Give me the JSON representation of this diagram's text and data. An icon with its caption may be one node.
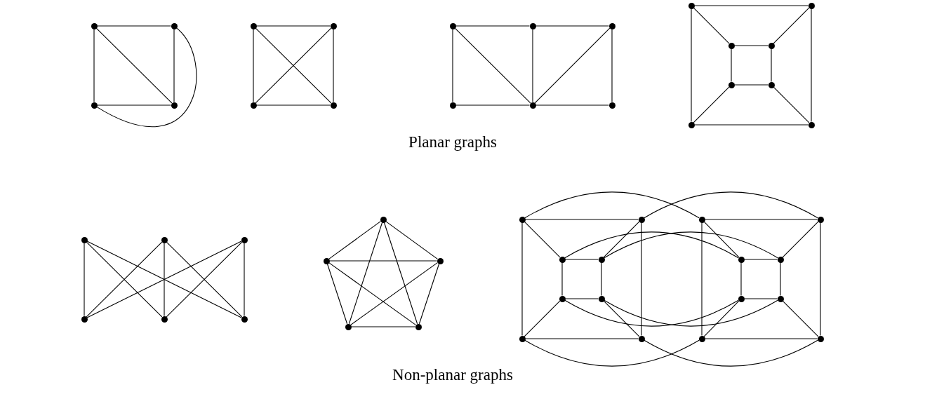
{
  "diagram": {
    "nodes": [
      {
        "text": [],
        "shape": "circle"
      },
      {
        "text": [],
        "shape": "circle"
      },
      {
        "text": [],
        "shape": "circle"
      },
      {
        "text": [],
        "shape": "circle"
      },
      {
        "text": [],
        "shape": "circle"
      },
      {
        "text": [],
        "shape": "circle"
      },
      {
        "text": [],
        "shape": "circle"
      },
      {
        "text": [],
        "shape": "circle"
      },
      {
        "text": [],
        "shape": "circle"
      },
      {
        "text": [],
        "shape": "circle"
      },
      {
        "text": [],
        "shape": "circle"
      },
      {
        "text": [],
        "shape": "circle"
      },
      {
        "text": [],
        "shape": "circle"
      },
      {
        "text": [],
        "shape": "circle"
      },
      {
        "text": [],
        "shape": "circle"
      },
      {
        "text": [],
        "shape": "circle"
      },
      {
        "text": [],
        "shape": "circle"
      },
      {
        "text": [],
        "shape": "circle"
      },
      {
        "text": [],
        "shape": "circle"
      },
      {
        "text": [],
        "shape": "circle"
      },
      {
        "text": [],
        "shape": "circle"
      },
      {
        "text": [],
        "shape": "circle"
      },
      {
        "text": [],
        "shape": "circle"
      },
      {
        "text": [],
        "shape": "circle"
      },
      {
        "text": [],
        "shape": "circle"
      },
      {
        "text": [],
        "shape": "circle"
      },
      {
        "text": [],
        "shape": "circle"
      },
      {
        "text": [],
        "shape": "circle"
      },
      {
        "text": [],
        "shape": "circle"
      },
      {
        "text": [],
        "shape": "circle"
      },
      {
        "text": [],
        "shape": "circle"
      },
      {
        "text": [],
        "shape": "circle"
      },
      {
        "text": [],
        "shape": "circle"
      },
      {
        "text": [],
        "shape": "circle"
      },
      {
        "text": [],
        "shape": "circle"
      },
      {
        "text": [],
        "shape": "circle"
      },
      {
        "text": [],
        "shape": "circle"
      },
      {
        "text": [],
        "shape": "circle"
      },
      {
        "text": [],
        "shape": "circle"
      },
      {
        "text": [],
        "shape": "circle"
      },
      {
        "text": [],
        "shape": "circle"
      },
      {
        "text": [],
        "shape": "circle"
      },
      {
        "text": [],
        "shape": "circle"
      },
      {
        "text": [],
        "shape": "circle"
      },
      {
        "text": [],
        "shape": "circle"
      },
      {
        "text": [],
        "shape": "circle"
      },
      {
        "text": [],
        "shape": "circle"
      },
      {
        "text": [],
        "shape": "circle"
      },
      {
        "text": [],
        "shape": "circle"
      }
    ],
    "edges": [
      {
        "from": 0,
        "to": 1,
        "arrow": "none"
      },
      {
        "from": 0,
        "to": 2,
        "arrow": "none"
      },
      {
        "from": 0,
        "to": 3,
        "arrow": "none"
      },
      {
        "from": 1,
        "to": 3,
        "arrow": "none"
      },
      {
        "from": 2,
        "to": 3,
        "arrow": "none"
      },
      {
        "from": 1,
        "to": 2,
        "arrow": "none"
      },
      {
        "from": 4,
        "to": 5,
        "arrow": "none"
      },
      {
        "from": 4,
        "to": 6,
        "arrow": "none"
      },
      {
        "from": 5,
        "to": 7,
        "arrow": "none"
      },
      {
        "from": 6,
        "to": 7,
        "arrow": "none"
      },
      {
        "from": 4,
        "to": 7,
        "arrow": "none"
      },
      {
        "from": 5,
        "to": 6,
        "arrow": "none"
      },
      {
        "from": 8,
        "to": 9,
        "arrow": "none"
      },
      {
        "from": 9,
        "to": 10,
        "arrow": "none"
      },
      {
        "from": 8,
        "to": 11,
        "arrow": "none"
      },
      {
        "from": 9,
        "to": 12,
        "arrow": "none"
      },
      {
        "from": 10,
        "to": 13,
        "arrow": "none"
      },
      {
        "from": 11,
        "to": 12,
        "arrow": "none"
      },
      {
        "from": 12,
        "to": 13,
        "arrow": "none"
      },
      {
        "from": 8,
        "to": 12,
        "arrow": "none"
      },
      {
        "from": 10,
        "to": 12,
        "arrow": "none"
      },
      {
        "from": 14,
        "to": 15,
        "arrow": "none"
      },
      {
        "from": 14,
        "to": 20,
        "arrow": "none"
      },
      {
        "from": 15,
        "to": 21,
        "arrow": "none"
      },
      {
        "from": 20,
        "to": 21,
        "arrow": "none"
      },
      {
        "from": 14,
        "to": 16,
        "arrow": "none"
      },
      {
        "from": 15,
        "to": 17,
        "arrow": "none"
      },
      {
        "from": 20,
        "to": 18,
        "arrow": "none"
      },
      {
        "from": 21,
        "to": 19,
        "arrow": "none"
      },
      {
        "from": 16,
        "to": 17,
        "arrow": "none"
      },
      {
        "from": 16,
        "to": 18,
        "arrow": "none"
      },
      {
        "from": 17,
        "to": 19,
        "arrow": "none"
      },
      {
        "from": 18,
        "to": 19,
        "arrow": "none"
      },
      {
        "from": 22,
        "to": 25,
        "arrow": "none"
      },
      {
        "from": 22,
        "to": 26,
        "arrow": "none"
      },
      {
        "from": 22,
        "to": 27,
        "arrow": "none"
      },
      {
        "from": 23,
        "to": 25,
        "arrow": "none"
      },
      {
        "from": 23,
        "to": 26,
        "arrow": "none"
      },
      {
        "from": 23,
        "to": 27,
        "arrow": "none"
      },
      {
        "from": 24,
        "to": 25,
        "arrow": "none"
      },
      {
        "from": 24,
        "to": 26,
        "arrow": "none"
      },
      {
        "from": 24,
        "to": 27,
        "arrow": "none"
      },
      {
        "from": 28,
        "to": 29,
        "arrow": "none"
      },
      {
        "from": 28,
        "to": 30,
        "arrow": "none"
      },
      {
        "from": 28,
        "to": 31,
        "arrow": "none"
      },
      {
        "from": 28,
        "to": 32,
        "arrow": "none"
      },
      {
        "from": 29,
        "to": 30,
        "arrow": "none"
      },
      {
        "from": 29,
        "to": 31,
        "arrow": "none"
      },
      {
        "from": 29,
        "to": 32,
        "arrow": "none"
      },
      {
        "from": 30,
        "to": 31,
        "arrow": "none"
      },
      {
        "from": 30,
        "to": 32,
        "arrow": "none"
      },
      {
        "from": 31,
        "to": 32,
        "arrow": "none"
      },
      {
        "from": 33,
        "to": 34,
        "arrow": "none"
      },
      {
        "from": 33,
        "to": 39,
        "arrow": "none"
      },
      {
        "from": 39,
        "to": 40,
        "arrow": "none"
      },
      {
        "from": 34,
        "to": 40,
        "arrow": "none"
      },
      {
        "from": 33,
        "to": 35,
        "arrow": "none"
      },
      {
        "from": 34,
        "to": 36,
        "arrow": "none"
      },
      {
        "from": 39,
        "to": 37,
        "arrow": "none"
      },
      {
        "from": 40,
        "to": 38,
        "arrow": "none"
      },
      {
        "from": 35,
        "to": 36,
        "arrow": "none"
      },
      {
        "from": 35,
        "to": 37,
        "arrow": "none"
      },
      {
        "from": 36,
        "to": 38,
        "arrow": "none"
      },
      {
        "from": 37,
        "to": 38,
        "arrow": "none"
      },
      {
        "from": 41,
        "to": 42,
        "arrow": "none"
      },
      {
        "from": 41,
        "to": 47,
        "arrow": "none"
      },
      {
        "from": 47,
        "to": 48,
        "arrow": "none"
      },
      {
        "from": 42,
        "to": 48,
        "arrow": "none"
      },
      {
        "from": 41,
        "to": 43,
        "arrow": "none"
      },
      {
        "from": 42,
        "to": 44,
        "arrow": "none"
      },
      {
        "from": 47,
        "to": 45,
        "arrow": "none"
      },
      {
        "from": 48,
        "to": 46,
        "arrow": "none"
      },
      {
        "from": 43,
        "to": 44,
        "arrow": "none"
      },
      {
        "from": 43,
        "to": 45,
        "arrow": "none"
      },
      {
        "from": 44,
        "to": 46,
        "arrow": "none"
      },
      {
        "from": 45,
        "to": 46,
        "arrow": "none"
      },
      {
        "from": 33,
        "to": 41,
        "arrow": "none"
      },
      {
        "from": 34,
        "to": 42,
        "arrow": "none"
      },
      {
        "from": 39,
        "to": 47,
        "arrow": "none"
      },
      {
        "from": 40,
        "to": 48,
        "arrow": "none"
      },
      {
        "from": 35,
        "to": 43,
        "arrow": "none"
      },
      {
        "from": 36,
        "to": 44,
        "arrow": "none"
      },
      {
        "from": 37,
        "to": 45,
        "arrow": "none"
      },
      {
        "from": 38,
        "to": 46,
        "arrow": "none"
      }
    ],
    "labels": [
      "Planar graphs",
      "Non-planar graphs"
    ]
  }
}
